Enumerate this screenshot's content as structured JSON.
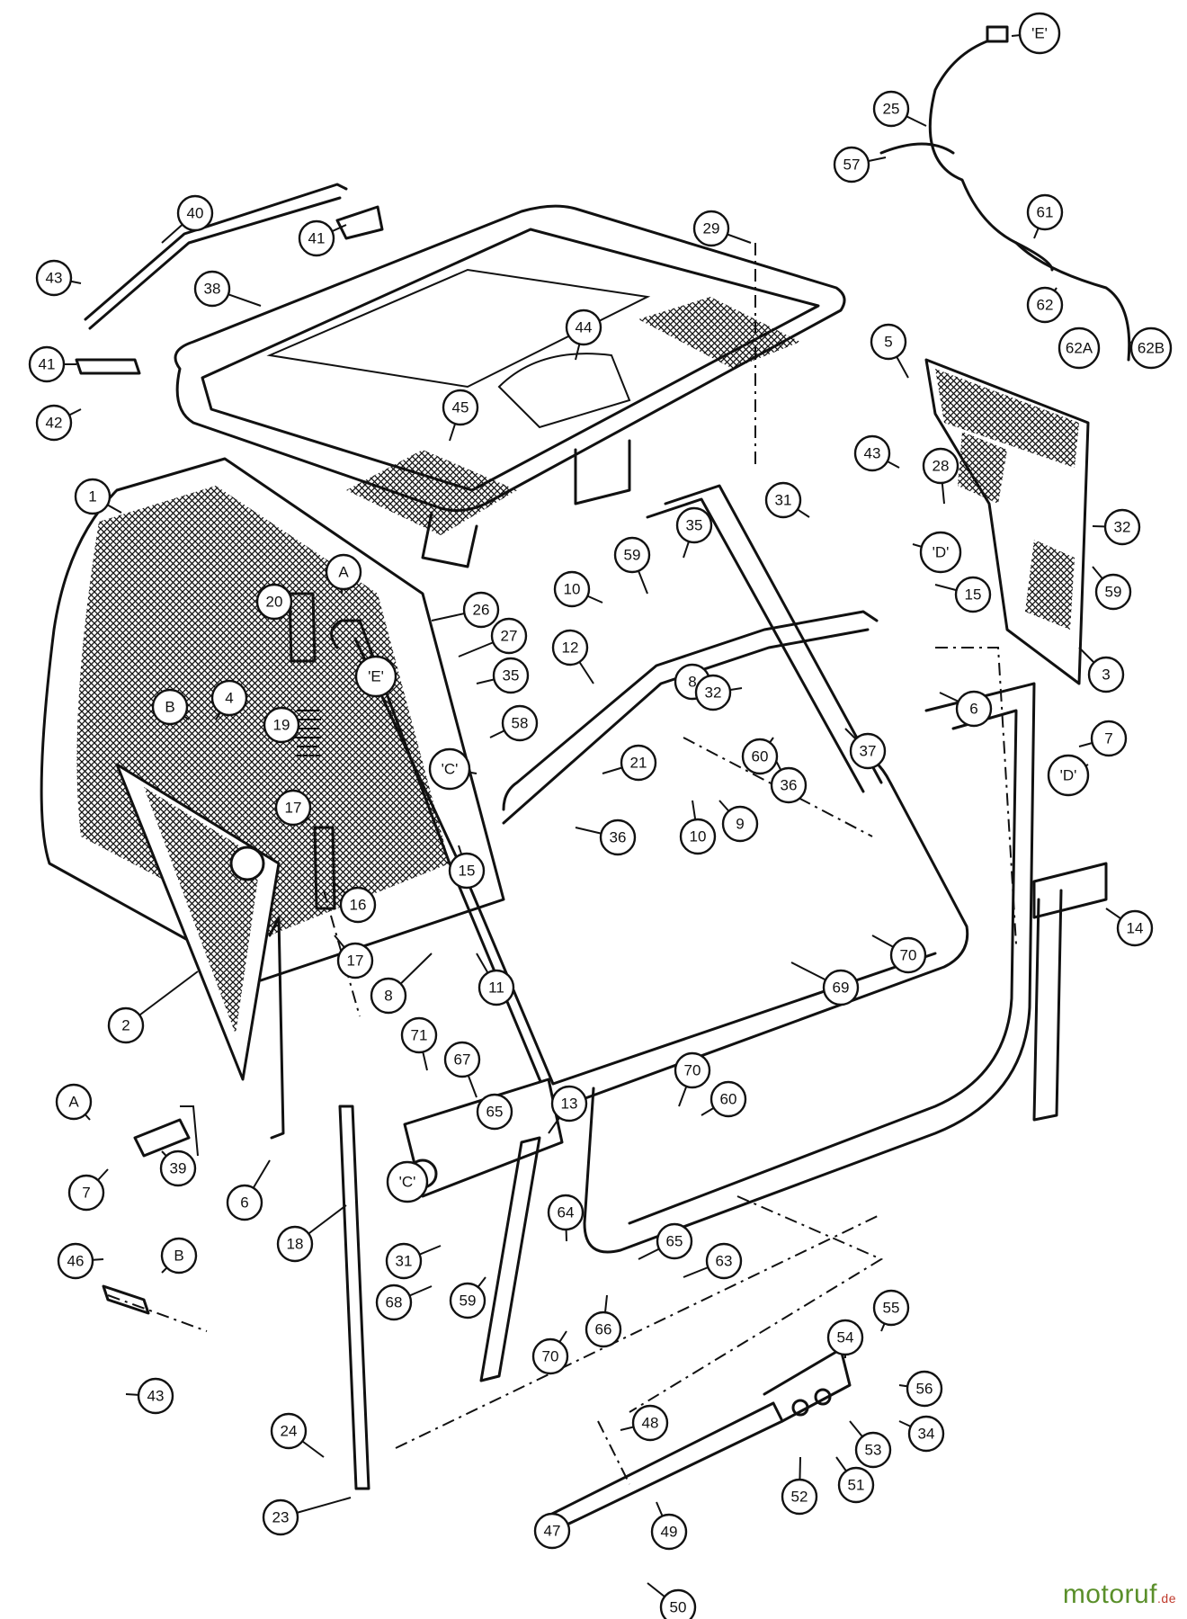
{
  "diagram": {
    "part_numbers": [
      "1",
      "2",
      "3",
      "4",
      "5",
      "6",
      "7",
      "8",
      "9",
      "10",
      "11",
      "12",
      "13",
      "14",
      "15",
      "16",
      "17",
      "18",
      "19",
      "20",
      "21",
      "23",
      "24",
      "25",
      "26",
      "27",
      "28",
      "29",
      "31",
      "32",
      "34",
      "35",
      "36",
      "37",
      "38",
      "39",
      "40",
      "41",
      "42",
      "43",
      "44",
      "45",
      "46",
      "47",
      "48",
      "49",
      "50",
      "51",
      "52",
      "53",
      "54",
      "55",
      "56",
      "57",
      "58",
      "59",
      "60",
      "61",
      "62",
      "62A",
      "62B",
      "63",
      "64",
      "65",
      "66",
      "67",
      "68",
      "69",
      "70",
      "71"
    ],
    "detail_refs": [
      "A",
      "B",
      "'C'",
      "'D'",
      "'E'"
    ]
  },
  "watermark": {
    "name": "motoruf",
    "tld": ".de"
  }
}
